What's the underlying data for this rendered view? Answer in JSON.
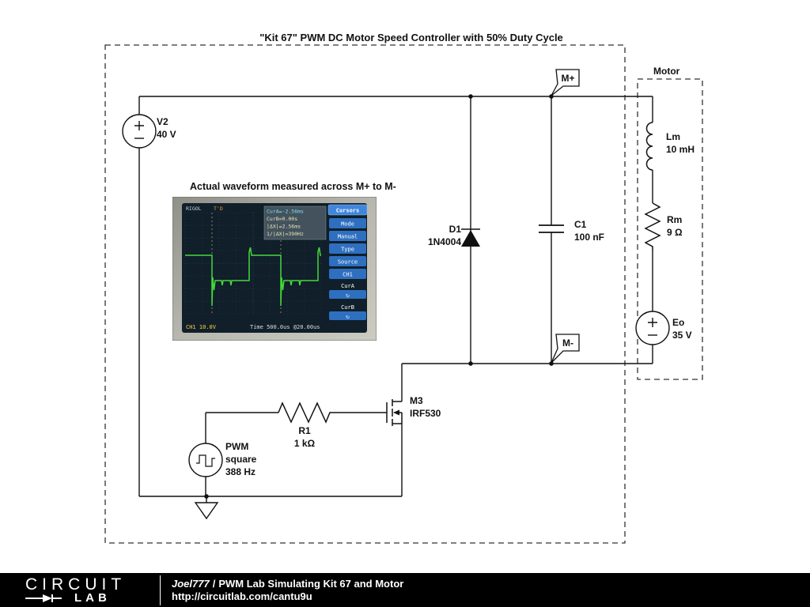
{
  "title": "\"Kit 67\" PWM DC Motor Speed Controller with 50% Duty Cycle",
  "waveform_caption": "Actual waveform measured across M+ to M-",
  "motor_box_label": "Motor",
  "nodes": {
    "m_plus": "M+",
    "m_minus": "M-"
  },
  "components": {
    "v2": {
      "name": "V2",
      "value": "40 V"
    },
    "d1": {
      "name": "D1",
      "value": "1N4004"
    },
    "c1": {
      "name": "C1",
      "value": "100 nF"
    },
    "lm": {
      "name": "Lm",
      "value": "10 mH"
    },
    "rm": {
      "name": "Rm",
      "value": "9 Ω"
    },
    "eo": {
      "name": "Eo",
      "value": "35 V"
    },
    "m3": {
      "name": "M3",
      "value": "IRF530"
    },
    "r1": {
      "name": "R1",
      "value": "1 kΩ"
    },
    "pwm": {
      "name": "PWM",
      "wave": "square",
      "freq": "388 Hz"
    }
  },
  "scope": {
    "brand": "RIGOL",
    "trigger": "T'D",
    "readout": [
      "CurA=-2.56ms",
      "CurB=0.00s",
      "|ΔX|=2.56ms",
      "1/|ΔX|=390Hz"
    ],
    "menu_title": "Cursors",
    "menu_items": [
      "Mode",
      "Manual",
      "Type",
      "Source",
      "CH1",
      "CurA",
      "CurB"
    ],
    "knob_icon": "↻",
    "ch_label": "CH1 10.0V",
    "time_label": "Time 500.0us  @20.00us",
    "colors": {
      "waveform_green": "#45d83a",
      "menu_blue": "#2e6fc0",
      "screen_dark": "#101f2a"
    }
  },
  "footer": {
    "brand_top": "CIRCUIT",
    "brand_bottom": "LAB",
    "author": "Joel777",
    "divider": "/",
    "project": "PWM Lab Simulating Kit 67 and Motor",
    "url": "http://circuitlab.com/cantu9u"
  }
}
